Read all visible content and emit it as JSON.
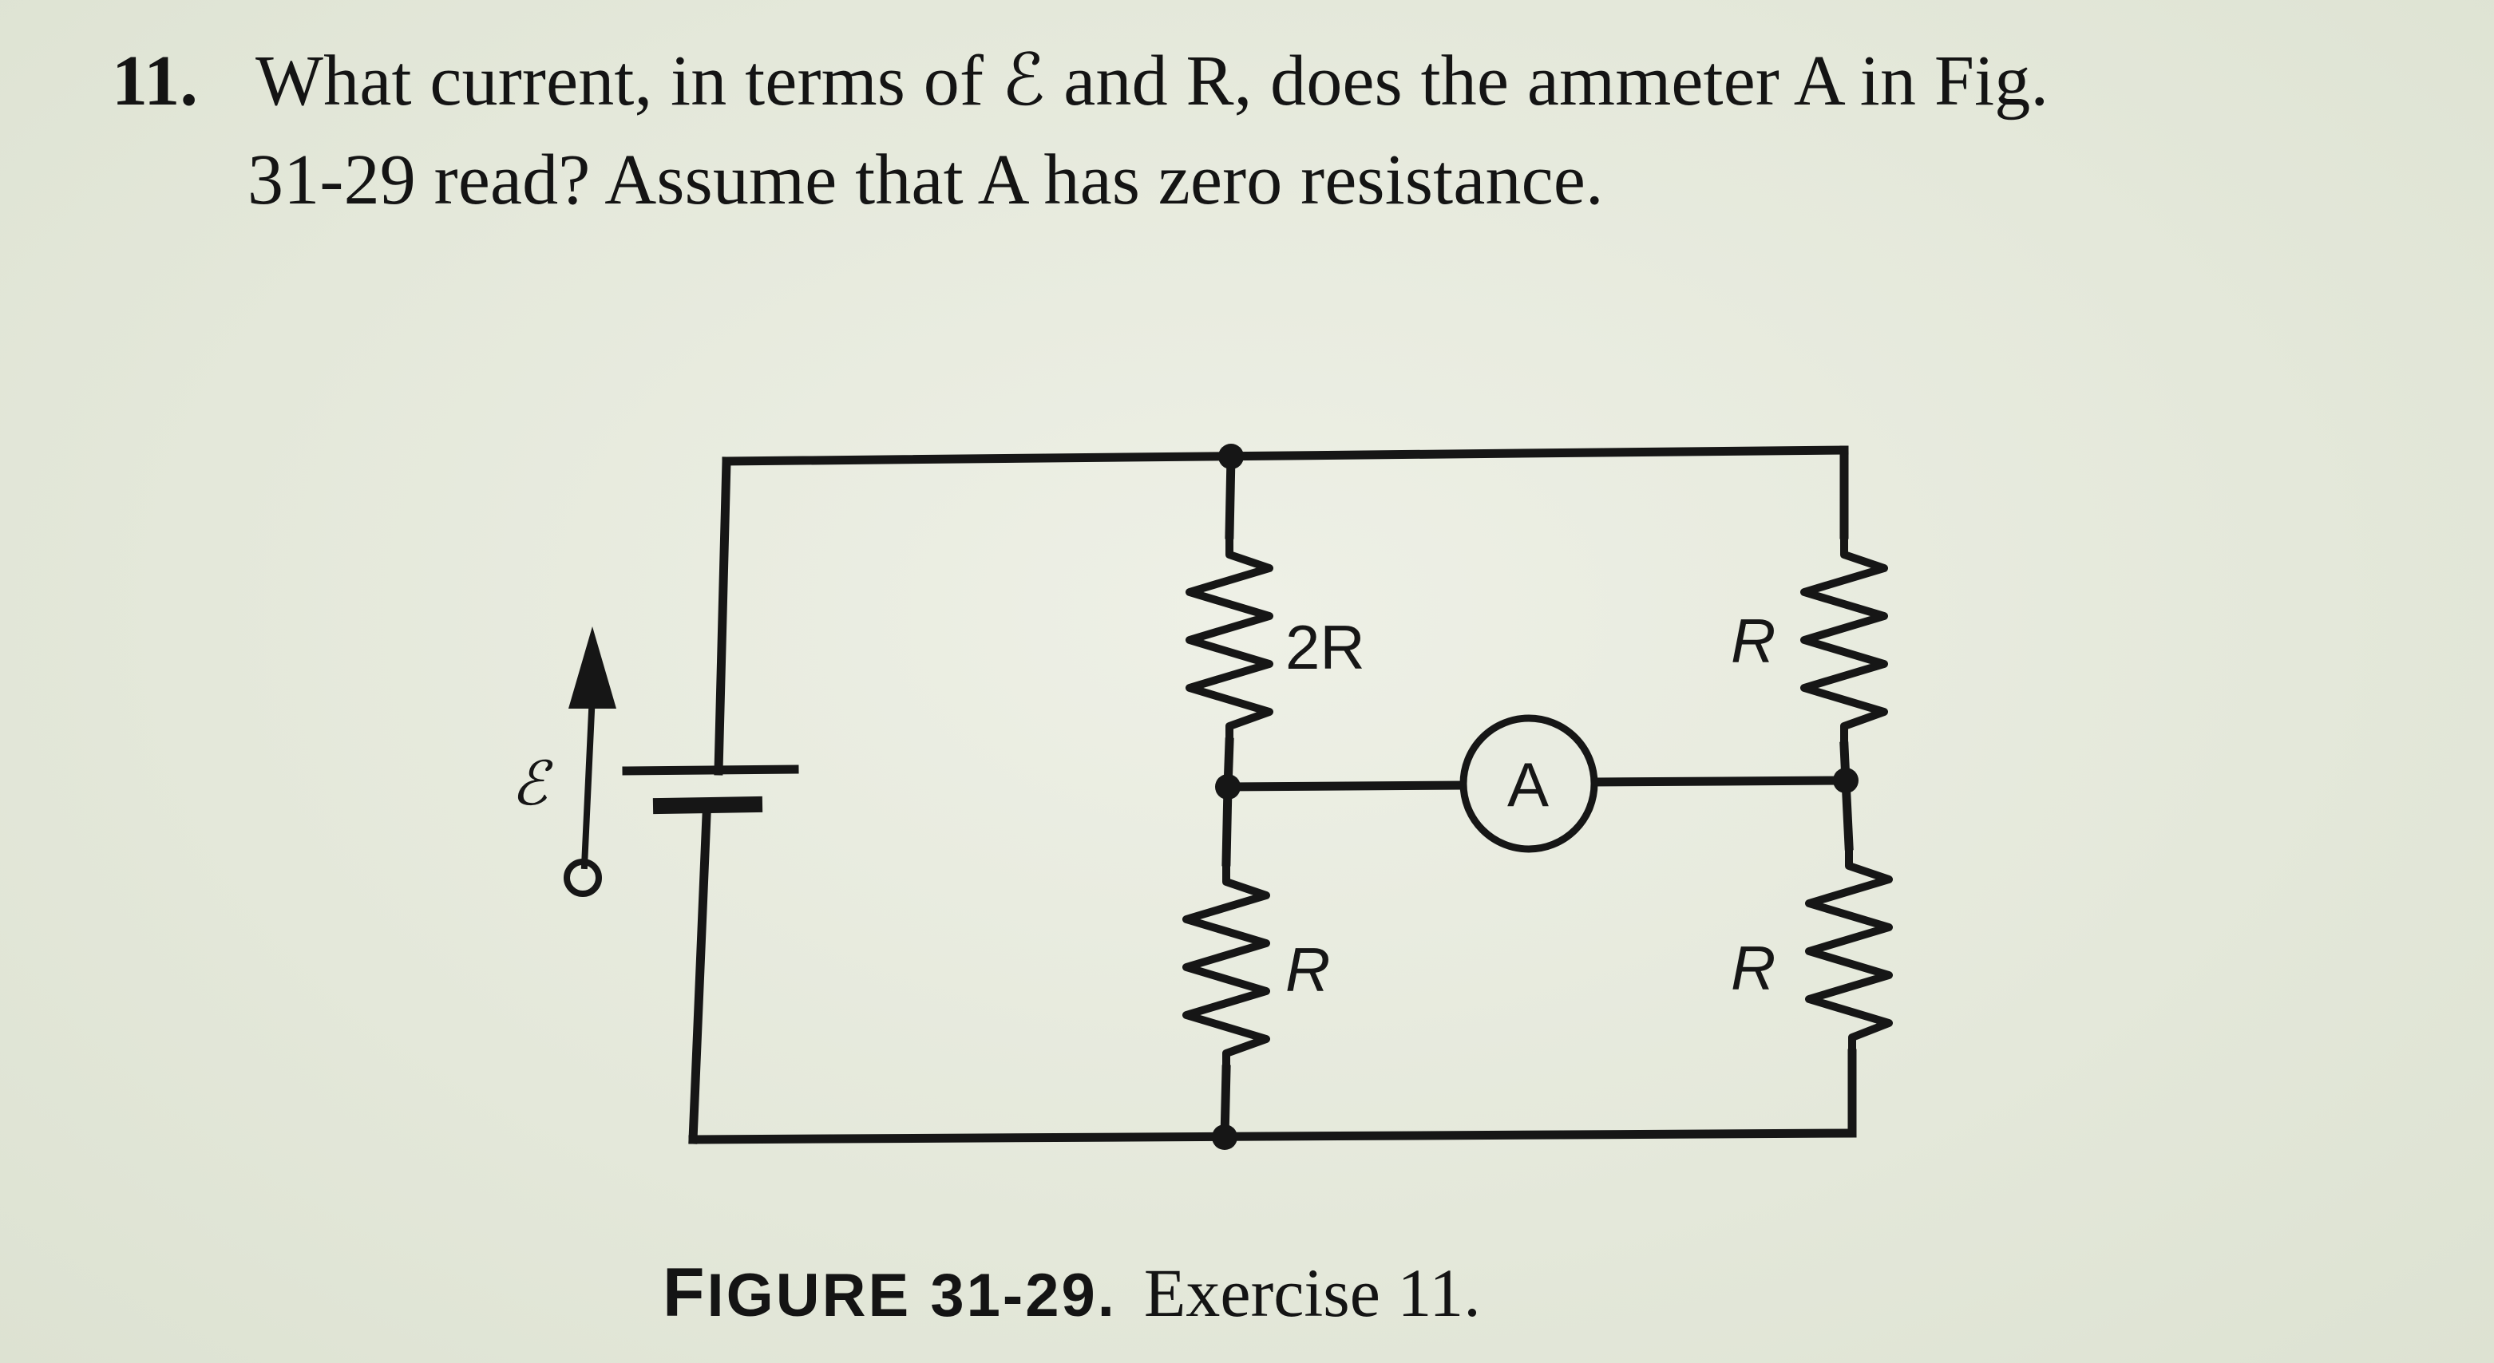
{
  "problem": {
    "number": "11.",
    "line1": "What current, in terms of ℰ and R, does the ammeter A in Fig.",
    "line2": "31-29 read? Assume that A has zero resistance."
  },
  "circuit": {
    "emf_label": "ℰ",
    "resistor_top_left": "2R",
    "resistor_bottom_left": "R",
    "resistor_top_right": "R",
    "resistor_bottom_right": "R",
    "ammeter_label": "A"
  },
  "caption": {
    "figure_first": "F",
    "figure_rest": "IGURE 31-29.",
    "exercise": "Exercise 11."
  }
}
